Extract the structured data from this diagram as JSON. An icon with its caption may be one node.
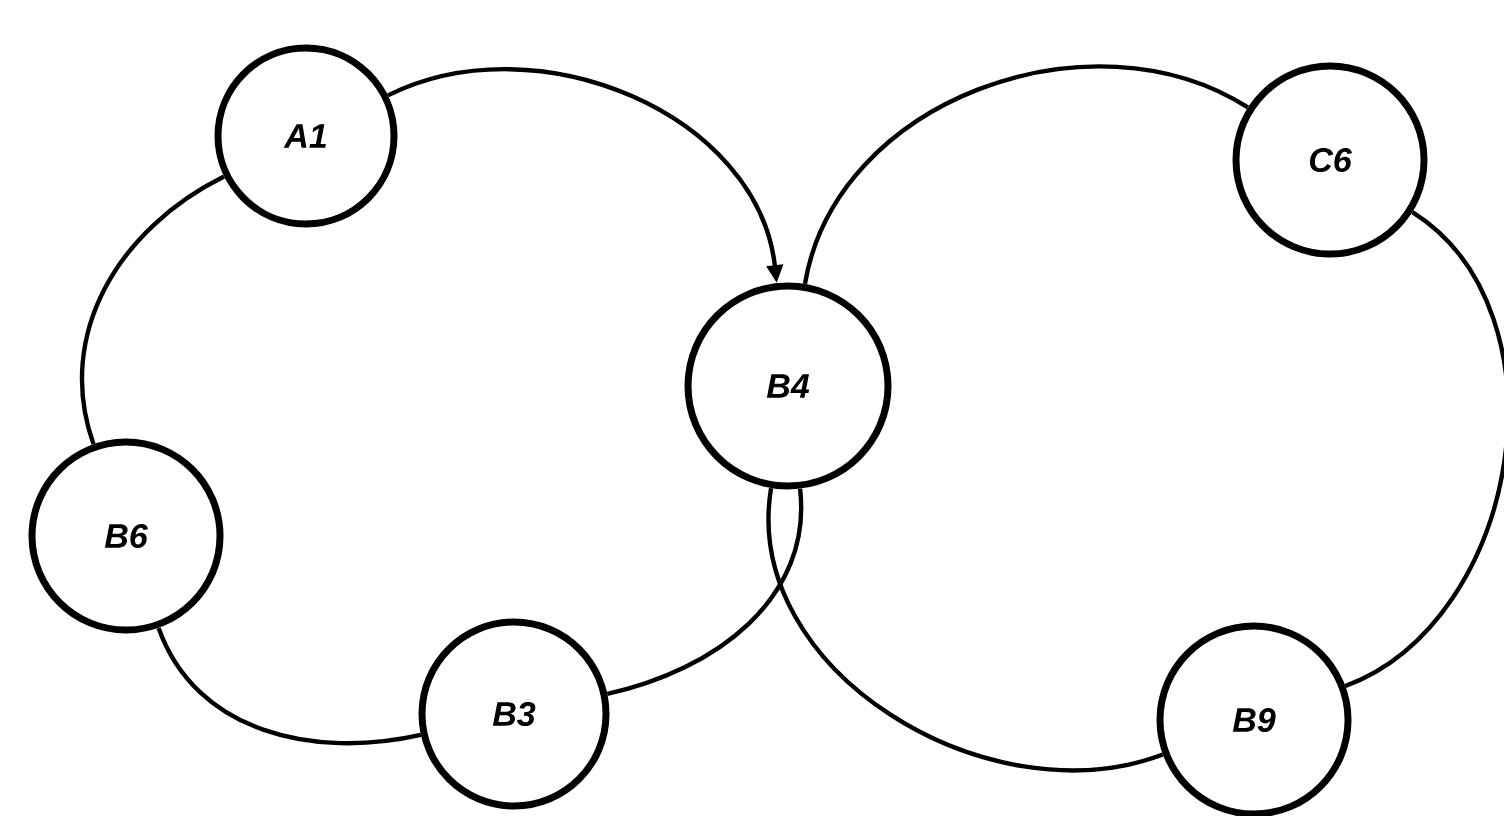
{
  "diagram": {
    "nodes": [
      {
        "text": [
          "A1"
        ]
      },
      {
        "text": [
          "B4"
        ]
      },
      {
        "text": [
          "C6"
        ]
      },
      {
        "text": [
          "B6"
        ]
      },
      {
        "text": [
          "B3"
        ]
      },
      {
        "text": [
          "B9"
        ]
      }
    ],
    "edges": [
      {
        "from": 0,
        "to": 1,
        "arrow": "to"
      },
      {
        "from": 0,
        "to": 3,
        "arrow": "none"
      },
      {
        "from": 3,
        "to": 4,
        "arrow": "none"
      },
      {
        "from": 4,
        "to": 1,
        "arrow": "none"
      },
      {
        "from": 1,
        "to": 2,
        "arrow": "none"
      },
      {
        "from": 2,
        "to": 5,
        "arrow": "none"
      },
      {
        "from": 5,
        "to": 1,
        "arrow": "none"
      }
    ]
  }
}
